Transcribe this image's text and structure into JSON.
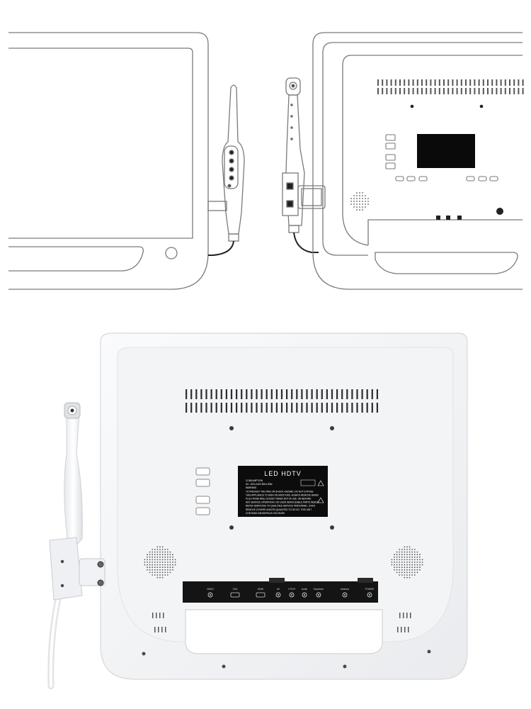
{
  "label_plate": {
    "title": "LED  HDTV",
    "lines": [
      "CONSUMPTION",
      "AC: 110V-240V    50Hz    50W",
      "WARNING",
      "TO  PREVENT THE FIRE OR SHOCK HAZARD, DO NOT EXPOSE",
      "THIS APPLIANCE TO RAIN OR MOISTURE. ALWAYS REMOVE MAINS",
      "PLUG FROM WALL SOCKET WHEN NOT IN USE.  OR BEFORE",
      "ANY SERVICE OPERATION. NO USER SERVICEABLE PARTS INSIDE.",
      "REFER SERVICING TO QUALIFIED SERVICE PERSONNEL. EVER",
      "REMOVE COVERS  UNLESS QUALIFIED TO DO SO.  THIS UNIT",
      "CONTAINS DANGEROUS VOLTAGES"
    ]
  },
  "ports": [
    "VIDEO",
    "VGA",
    "HDMI",
    "AV",
    "Y Pb Pr",
    "Audio",
    "Earphone",
    "Antenna",
    "POWER"
  ],
  "colors": {
    "line_art": "#7a7a7a",
    "device_body": "#f4f5f7",
    "panel": "#111111",
    "label_text": "#ffffff"
  }
}
